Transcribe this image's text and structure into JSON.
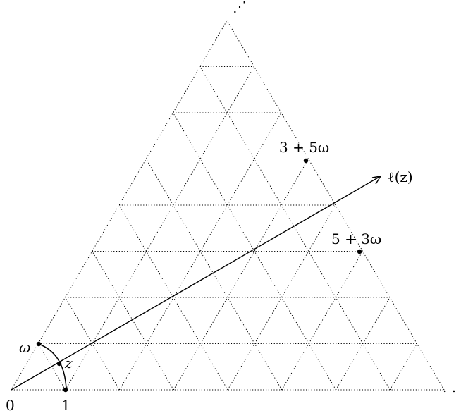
{
  "diagram": {
    "title": "",
    "grid_rows": 8,
    "colors": {
      "ink": "#000000",
      "background": "#ffffff"
    },
    "labels": {
      "origin": "0",
      "one": "1",
      "omega": "ω",
      "z": "z",
      "line": "ℓ(z)",
      "point_a": "3 + 5ω",
      "point_b": "5 + 3ω",
      "ellipsis_top": "⋰",
      "ellipsis_right": ". ."
    }
  }
}
